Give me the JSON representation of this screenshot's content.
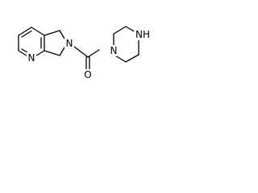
{
  "molecule": {
    "atoms": {
      "pyridine_n": "N",
      "pyrroline_n": "N",
      "carbonyl_o": "O",
      "piperazine_n_attached": "N",
      "piperazine_nh": "NH"
    },
    "colors": {
      "bond": "#000000",
      "label": "#000000",
      "background": "#ffffff"
    }
  }
}
